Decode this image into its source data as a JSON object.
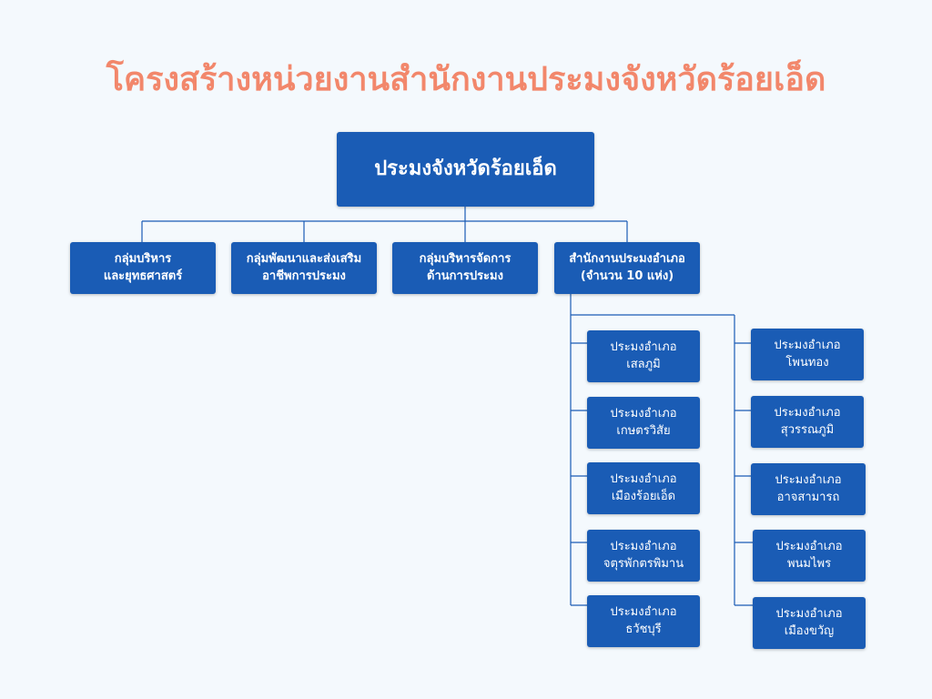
{
  "title": "โครงสร้างหน่วยงานสำนักงานประมงจังหวัดร้อยเอ็ด",
  "root": "ประมงจังหวัดร้อยเอ็ด",
  "groups": [
    {
      "line1": "กลุ่มบริหาร",
      "line2": "และยุทธศาสตร์"
    },
    {
      "line1": "กลุ่มพัฒนาและส่งเสริม",
      "line2": "อาชีพการประมง"
    },
    {
      "line1": "กลุ่มบริหารจัดการ",
      "line2": "ด้านการประมง"
    },
    {
      "line1": "สำนักงานประมงอำเภอ",
      "line2": "(จำนวน 10 แห่ง)"
    }
  ],
  "districts_left": [
    {
      "line1": "ประมงอำเภอ",
      "line2": "เสลภูมิ"
    },
    {
      "line1": "ประมงอำเภอ",
      "line2": "เกษตรวิสัย"
    },
    {
      "line1": "ประมงอำเภอ",
      "line2": "เมืองร้อยเอ็ด"
    },
    {
      "line1": "ประมงอำเภอ",
      "line2": "จตุรพักตรพิมาน"
    },
    {
      "line1": "ประมงอำเภอ",
      "line2": "ธวัชบุรี"
    }
  ],
  "districts_right": [
    {
      "line1": "ประมงอำเภอ",
      "line2": "โพนทอง"
    },
    {
      "line1": "ประมงอำเภอ",
      "line2": "สุวรรณภูมิ"
    },
    {
      "line1": "ประมงอำเภอ",
      "line2": "อาจสามารถ"
    },
    {
      "line1": "ประมงอำเภอ",
      "line2": "พนมไพร"
    },
    {
      "line1": "ประมงอำเภอ",
      "line2": "เมืองขวัญ"
    }
  ],
  "colors": {
    "box": "#1a5cb5",
    "title": "#f2876b",
    "connector": "#1a5cb5",
    "background": "#f4f9fd"
  }
}
